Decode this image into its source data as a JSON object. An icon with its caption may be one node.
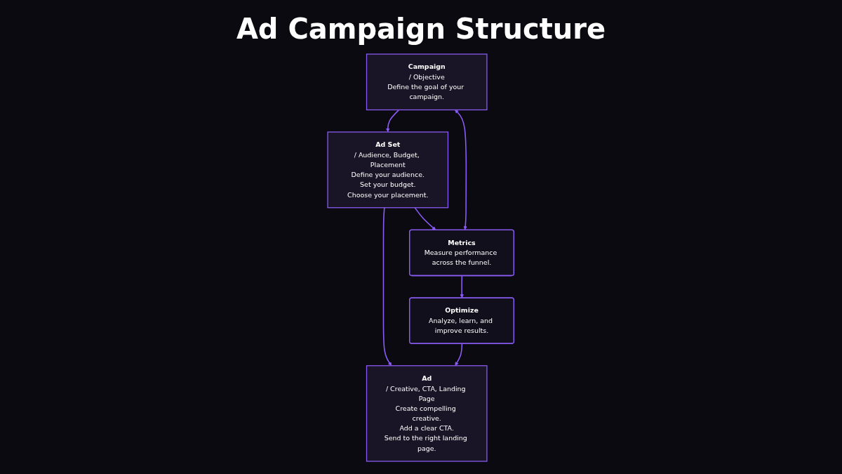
{
  "diagram": {
    "title": "Ad Campaign Structure",
    "nodes": [
      {
        "text": [
          "Campaign",
          "/ Objective",
          "Define the goal of your campaign."
        ]
      },
      {
        "text": [
          "Ad Set",
          "/ Audience, Budget, Placement",
          "Define your audience.",
          "Set your budget.",
          "Choose your placement."
        ]
      },
      {
        "text": [
          "Ad",
          "/ Creative, CTA, Landing Page",
          "Create compelling creative.",
          "Add a clear CTA.",
          "Send to the right landing page."
        ]
      },
      {
        "text": [
          "Metrics",
          "Measure performance across the funnel."
        ]
      },
      {
        "text": [
          "Optimize",
          "Analyze, learn, and improve results."
        ]
      }
    ],
    "edges": [
      {
        "from": 0,
        "to": 1,
        "arrow": "to"
      },
      {
        "from": 1,
        "to": 2,
        "arrow": "to"
      },
      {
        "from": 1,
        "to": 3,
        "arrow": "to"
      },
      {
        "from": 3,
        "to": 4,
        "arrow": "to"
      },
      {
        "from": 4,
        "to": 2,
        "arrow": "to"
      },
      {
        "from": 3,
        "to": 0,
        "arrow": "both"
      }
    ]
  }
}
